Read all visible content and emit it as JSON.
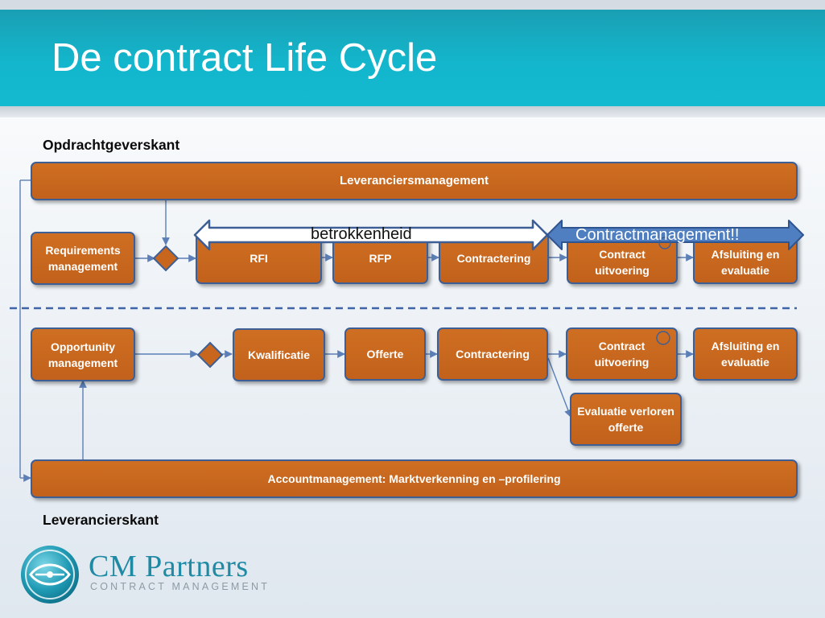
{
  "title": "De contract Life Cycle",
  "labels": {
    "top_side": "Opdrachtgeverskant",
    "bottom_side": "Leverancierskant"
  },
  "top_row": {
    "bar": "Leveranciersmanagement",
    "start": "Requirements management",
    "steps": [
      "RFI",
      "RFP",
      "Contractering",
      "Contract uitvoering",
      "Afsluiting en evaluatie"
    ]
  },
  "arrows": {
    "left": "betrokkenheid",
    "right": "Contractmanagement!!"
  },
  "bottom_row": {
    "start": "Opportunity management",
    "steps": [
      "Kwalificatie",
      "Offerte",
      "Contractering",
      "Contract uitvoering",
      "Afsluiting en evaluatie"
    ],
    "branch": "Evaluatie verloren offerte",
    "bar": "Accountmanagement: Marktverkenning en –profilering"
  },
  "logo": {
    "name": "CM Partners",
    "tagline": "CONTRACT MANAGEMENT"
  },
  "colors": {
    "header": "#13b6cc",
    "box_fill": "#c8661e",
    "box_border": "#3d5f95",
    "connector": "#5b7fb6",
    "double_arrow_fill": "#4f7fc0"
  }
}
